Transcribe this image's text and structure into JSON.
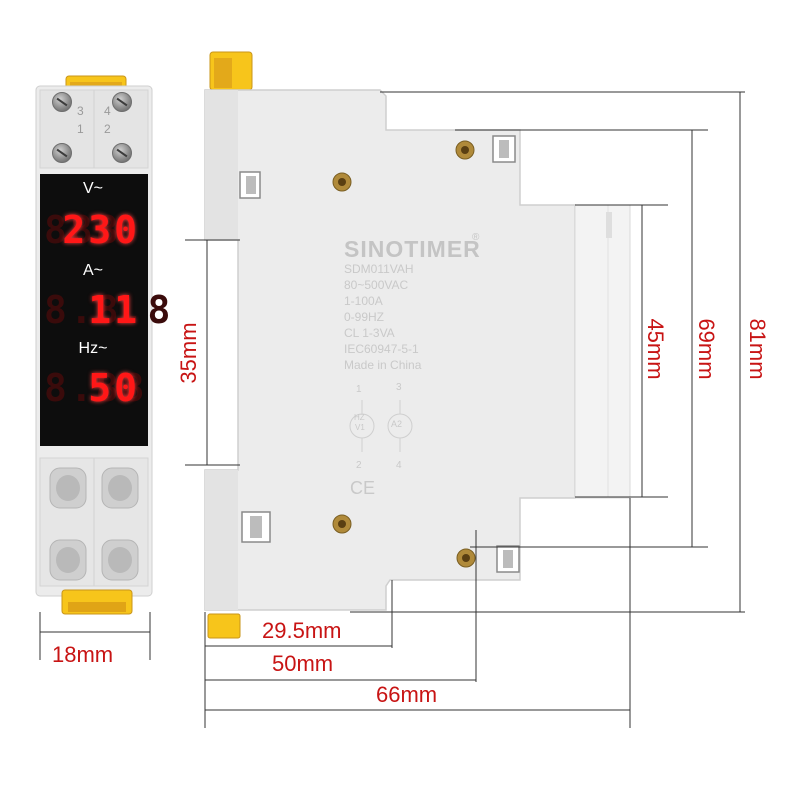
{
  "front_view": {
    "top_terminal_numbers": [
      "3",
      "4"
    ],
    "top_terminal_numbers_lower": [
      "1",
      "2"
    ],
    "display": [
      {
        "label": "V~",
        "value": "230",
        "ghost": "888"
      },
      {
        "label": "A~",
        "value": "11",
        "ghost": "8.8.8"
      },
      {
        "label": "Hz~",
        "value": "50",
        "ghost": "8.88"
      }
    ],
    "width_label": "18mm"
  },
  "side_view": {
    "brand": "SINOTIMER",
    "registered_mark": "®",
    "spec_lines": [
      "SDM011VAH",
      "80~500VAC",
      "1-100A",
      "0-99HZ",
      "CL 1-3VA",
      "IEC60947-5-1",
      "Made in China"
    ],
    "wiring": {
      "top_numbers": [
        "1",
        "3"
      ],
      "left_symbol_lines": [
        "HZ",
        "V1"
      ],
      "right_symbol": "A2",
      "bottom_numbers": [
        "2",
        "4"
      ]
    },
    "ce_mark": "CE"
  },
  "dimensions": {
    "height_35": "35mm",
    "height_45": "45mm",
    "height_69": "69mm",
    "height_81": "81mm",
    "depth_29_5": "29.5mm",
    "depth_50": "50mm",
    "depth_66": "66mm"
  },
  "colors": {
    "dimension_text": "#c81414",
    "display_digits": "#ff1717",
    "housing": "#ececec",
    "clip": "#f7c51b"
  }
}
